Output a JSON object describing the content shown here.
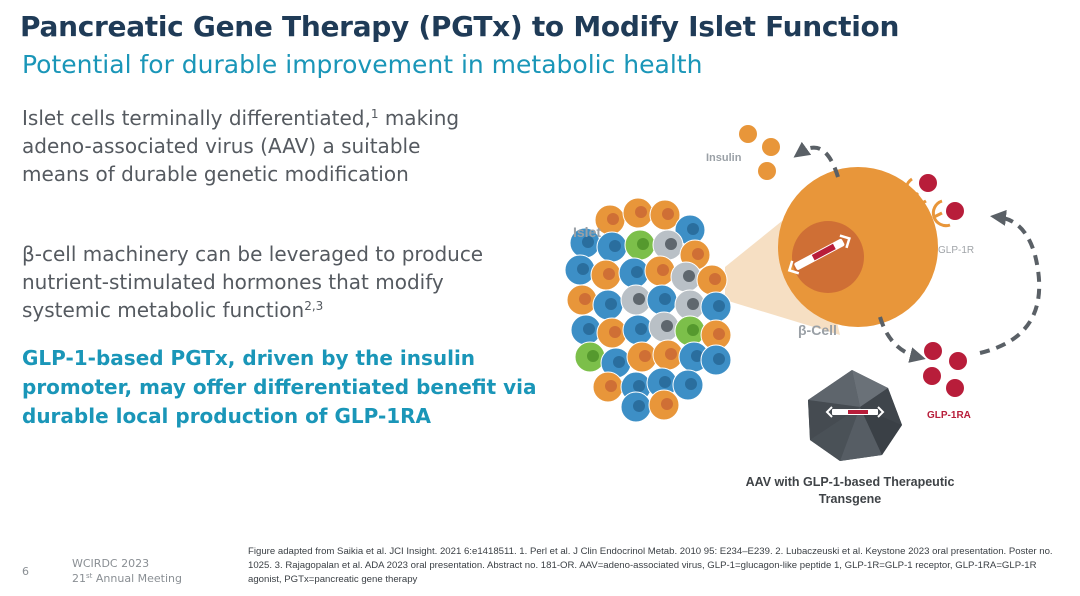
{
  "header": {
    "title": "Pancreatic Gene Therapy (PGTx) to Modify Islet Function",
    "subtitle": "Potential for durable improvement in metabolic health"
  },
  "body": {
    "para1_text": "Islet cells terminally differentiated,",
    "para1_sup": "1",
    "para1_rest": " making adeno-associated virus (AAV) a suitable means of durable genetic modification",
    "para2_text": "β-cell machinery can be leveraged to produce nutrient-stimulated hormones that modify systemic metabolic function",
    "para2_sup": "2,3",
    "highlight": "GLP-1-based PGTx, driven by the insulin promoter, may offer differentiated benefit via durable local production of GLP-1RA"
  },
  "diagram": {
    "insulin_label": "Insulin",
    "islet_label": "Islet",
    "glp1r_label": "GLP-1R",
    "bcell_label": "β-Cell",
    "glp1ra_label": "GLP-1RA",
    "aav_label": "AAV with GLP-1-based Therapeutic Transgene"
  },
  "footer": {
    "slide_number": "6",
    "meeting_line1": "WCIRDC 2023",
    "meeting_ordinal": "21",
    "meeting_ordinal_suffix": "st",
    "meeting_line2_rest": " Annual Meeting",
    "footnote": "Figure adapted from Saikia et al. JCI Insight. 2021 6:e1418511. 1. Perl et al. J Clin Endocrinol Metab. 2010 95: E234–E239. 2. Lubaczeuski et al. Keystone 2023 oral presentation. Poster no. 1025. 3. Rajagopalan et al. ADA 2023 oral presentation. Abstract no. 181-OR. AAV=adeno-associated virus, GLP-1=glucagon-like peptide 1, GLP-1R=GLP-1 receptor, GLP-1RA=GLP-1R agonist, PGTx=pancreatic gene therapy"
  },
  "colors": {
    "title": "#1f3b57",
    "accent": "#1a96b8",
    "body_text": "#555a60",
    "cell_orange": "#e8963a",
    "cell_blue": "#3d8fc6",
    "cell_green": "#7cbf4a",
    "cell_gray": "#b9c0c6",
    "glp1_red": "#b81d3a"
  }
}
